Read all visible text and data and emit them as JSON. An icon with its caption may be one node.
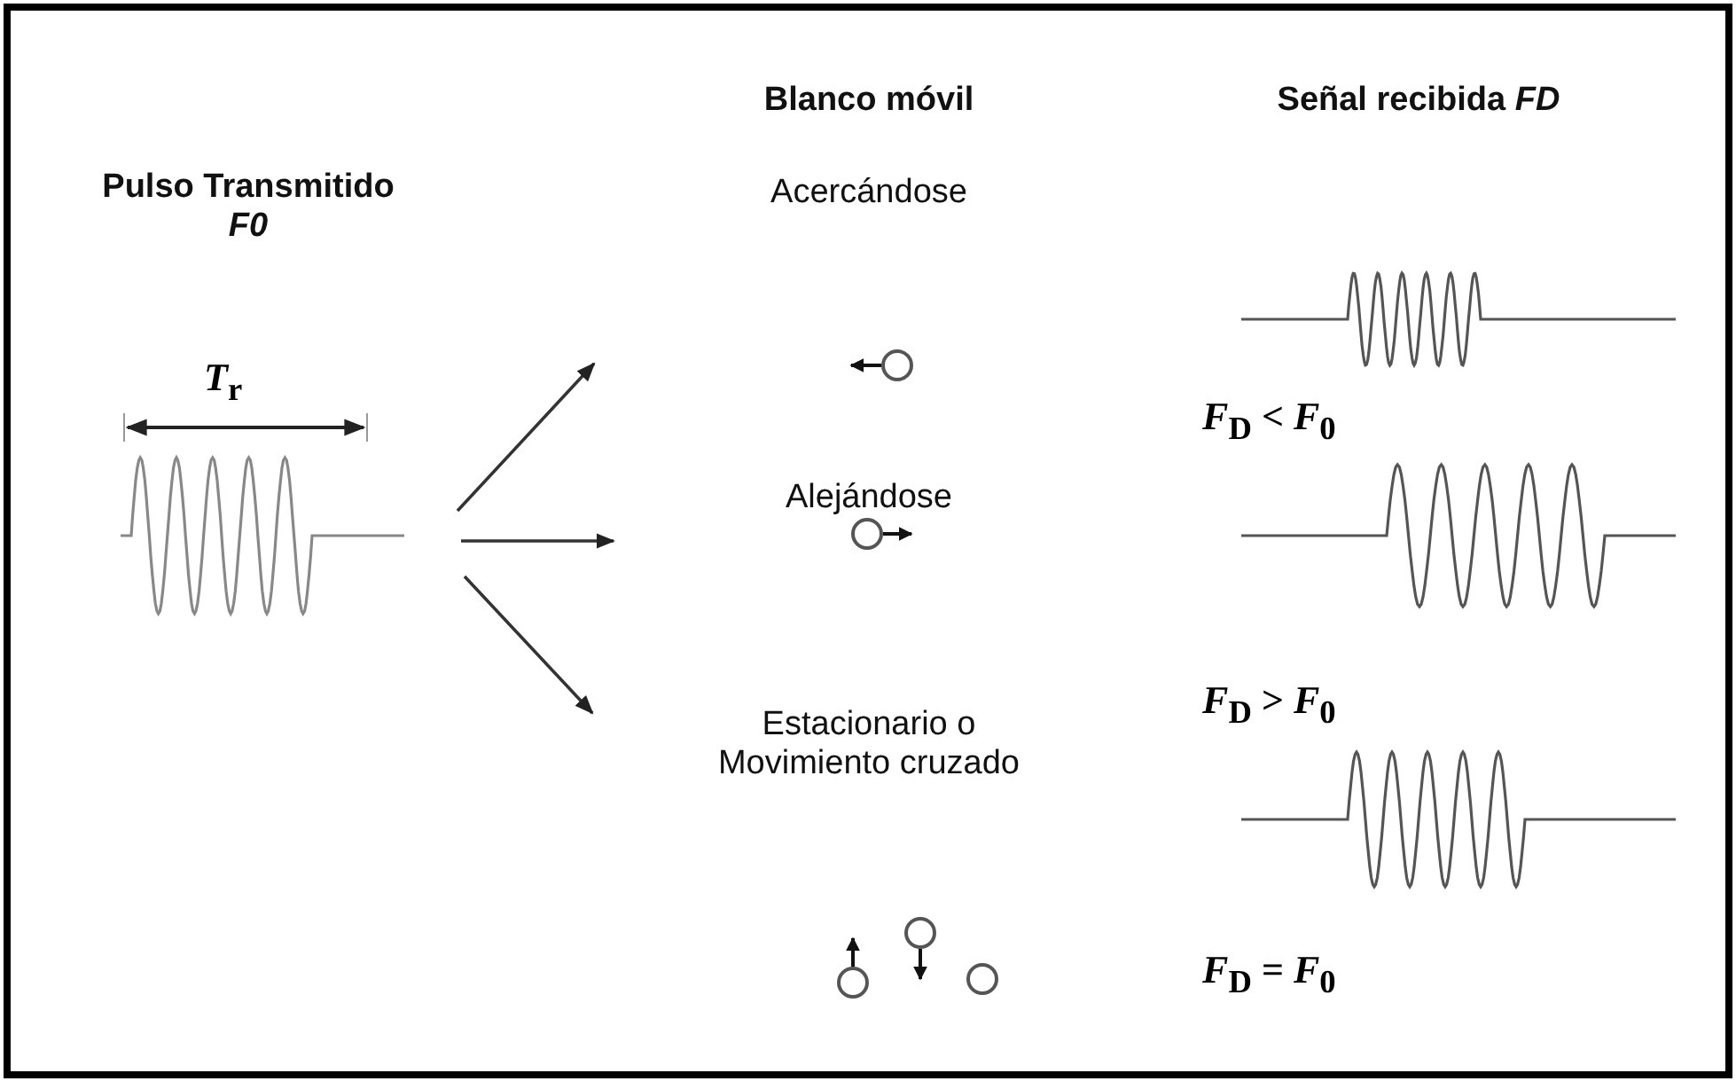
{
  "diagram": {
    "labels": [
      "Pulso Transmitido *F0*",
      "Blanco móvil",
      "Señal recibida *FD*",
      "*T*$_{r}$",
      "Acercándose",
      "*F*$_{D}$ < *F*$_{0}$",
      "Alejándose",
      "*F*$_{D}$ > *F*$_{0}$",
      "Estacionario o Movimiento cruzado",
      "*F*$_{D}$ = *F*$_{0}$"
    ]
  }
}
